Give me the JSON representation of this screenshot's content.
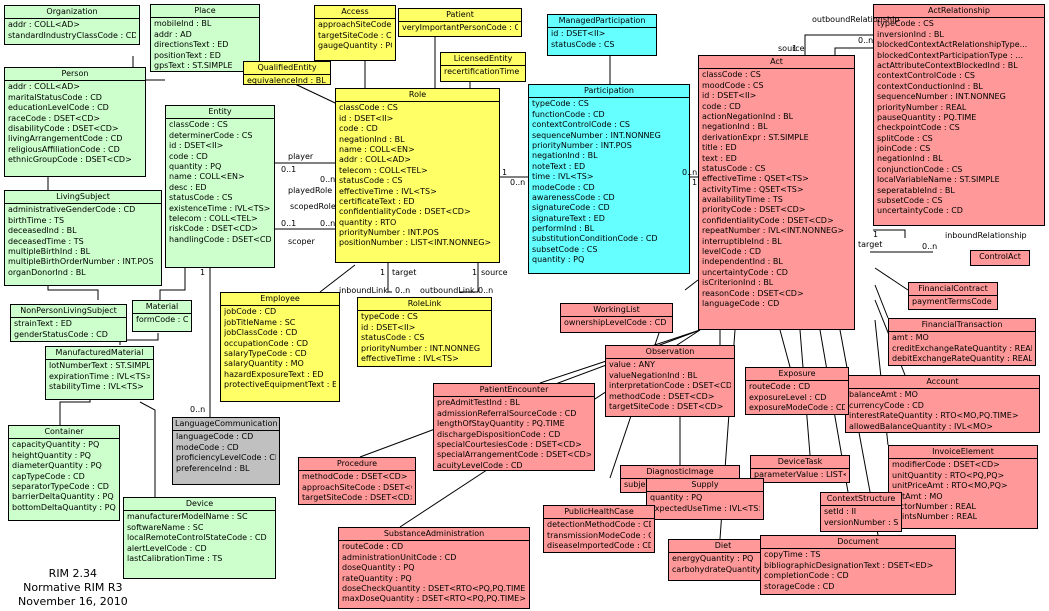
{
  "classes": {
    "organization": {
      "name": "Organization",
      "attributes": [
        "addr : COLL<AD>",
        "standardIndustryClassCode : CD"
      ]
    },
    "place": {
      "name": "Place",
      "attributes": [
        "mobileInd : BL",
        "addr : AD",
        "directionsText : ED",
        "positionText : ED",
        "gpsText : ST.SIMPLE"
      ]
    },
    "person": {
      "name": "Person",
      "attributes": [
        "addr : COLL<AD>",
        "maritalStatusCode : CD",
        "educationLevelCode : CD",
        "raceCode : DSET<CD>",
        "disabilityCode : DSET<CD>",
        "livingArrangementCode : CD",
        "religiousAffiliationCode : CD",
        "ethnicGroupCode : DSET<CD>"
      ]
    },
    "living_subject": {
      "name": "LivingSubject",
      "attributes": [
        "administrativeGenderCode : CD",
        "birthTime : TS",
        "deceasedInd : BL",
        "deceasedTime : TS",
        "multipleBirthInd : BL",
        "multipleBirthOrderNumber : INT.POS",
        "organDonorInd : BL"
      ]
    },
    "non_person_living_subject": {
      "name": "NonPersonLivingSubject",
      "attributes": [
        "strainText : ED",
        "genderStatusCode : CD"
      ]
    },
    "material": {
      "name": "Material",
      "attributes": [
        "formCode : CD"
      ]
    },
    "manufactured_material": {
      "name": "ManufacturedMaterial",
      "attributes": [
        "lotNumberText : ST.SIMPLE",
        "expirationTime : IVL<TS>",
        "stabilityTime : IVL<TS>"
      ]
    },
    "container": {
      "name": "Container",
      "attributes": [
        "capacityQuantity : PQ",
        "heightQuantity : PQ",
        "diameterQuantity : PQ",
        "capTypeCode : CD",
        "separatorTypeCode : CD",
        "barrierDeltaQuantity : PQ",
        "bottomDeltaQuantity : PQ"
      ]
    },
    "device": {
      "name": "Device",
      "attributes": [
        "manufacturerModelName : SC",
        "softwareName : SC",
        "localRemoteControlStateCode : CD",
        "alertLevelCode : CD",
        "lastCalibrationTime : TS"
      ]
    },
    "language_communication": {
      "name": "LanguageCommunication",
      "attributes": [
        "languageCode : CD",
        "modeCode : CD",
        "proficiencyLevelCode : CD",
        "preferenceInd : BL"
      ]
    },
    "entity": {
      "name": "Entity",
      "attributes": [
        "classCode : CS",
        "determinerCode : CS",
        "id : DSET<II>",
        "code : CD",
        "quantity : PQ",
        "name : COLL<EN>",
        "desc : ED",
        "statusCode : CS",
        "existenceTime : IVL<TS>",
        "telecom : COLL<TEL>",
        "riskCode : DSET<CD>",
        "handlingCode : DSET<CD>"
      ]
    },
    "access": {
      "name": "Access",
      "attributes": [
        "approachSiteCode : CD",
        "targetSiteCode : CD",
        "gaugeQuantity : PQ"
      ]
    },
    "patient": {
      "name": "Patient",
      "attributes": [
        "veryImportantPersonCode : CD"
      ]
    },
    "qualified_entity": {
      "name": "QualifiedEntity",
      "attributes": [
        "equivalenceInd : BL"
      ]
    },
    "licensed_entity": {
      "name": "LicensedEntity",
      "attributes": [
        "recertificationTime : TS"
      ]
    },
    "role": {
      "name": "Role",
      "attributes": [
        "classCode : CS",
        "id : DSET<II>",
        "code : CD",
        "negationInd : BL",
        "name : COLL<EN>",
        "addr : COLL<AD>",
        "telecom : COLL<TEL>",
        "statusCode : CS",
        "effectiveTime : IVL<TS>",
        "certificateText : ED",
        "confidentialityCode : DSET<CD>",
        "quantity : RTO",
        "priorityNumber : INT.POS",
        "positionNumber : LIST<INT.NONNEG>"
      ]
    },
    "employee": {
      "name": "Employee",
      "attributes": [
        "jobCode : CD",
        "jobTitleName : SC",
        "jobClassCode : CD",
        "occupationCode : CD",
        "salaryTypeCode : CD",
        "salaryQuantity : MO",
        "hazardExposureText : ED",
        "protectiveEquipmentText : ED"
      ]
    },
    "role_link": {
      "name": "RoleLink",
      "attributes": [
        "typeCode : CS",
        "id : DSET<II>",
        "statusCode : CS",
        "priorityNumber : INT.NONNEG",
        "effectiveTime : IVL<TS>"
      ]
    },
    "managed_participation": {
      "name": "ManagedParticipation",
      "attributes": [
        "id : DSET<II>",
        "statusCode : CS"
      ]
    },
    "participation": {
      "name": "Participation",
      "attributes": [
        "typeCode : CS",
        "functionCode : CD",
        "contextControlCode : CS",
        "sequenceNumber : INT.NONNEG",
        "priorityNumber : INT.POS",
        "negationInd : BL",
        "noteText : ED",
        "time : IVL<TS>",
        "modeCode : CD",
        "awarenessCode : CD",
        "signatureCode : CD",
        "signatureText : ED",
        "performInd : BL",
        "substitutionConditionCode : CD",
        "subsetCode : CS",
        "quantity : PQ"
      ]
    },
    "act": {
      "name": "Act",
      "attributes": [
        "classCode : CS",
        "moodCode : CS",
        "id : DSET<II>",
        "code : CD",
        "actionNegationInd : BL",
        "negationInd : BL",
        "derivationExpr : ST.SIMPLE",
        "title : ED",
        "text : ED",
        "statusCode : CS",
        "effectiveTime : QSET<TS>",
        "activityTime : QSET<TS>",
        "availabilityTime : TS",
        "priorityCode : DSET<CD>",
        "confidentialityCode : DSET<CD>",
        "repeatNumber : IVL<INT.NONNEG>",
        "interruptibleInd : BL",
        "levelCode : CD",
        "independentInd : BL",
        "uncertaintyCode : CD",
        "isCriterionInd : BL",
        "reasonCode : DSET<CD>",
        "languageCode : CD"
      ]
    },
    "act_relationship": {
      "name": "ActRelationship",
      "attributes": [
        "typeCode : CS",
        "inversionInd : BL",
        "blockedContextActRelationshipType...",
        "blockedContextParticipationType : ...",
        "actAttributeContextBlockedInd : BL",
        "contextControlCode : CS",
        "contextConductionInd : BL",
        "sequenceNumber : INT.NONNEG",
        "priorityNumber : REAL",
        "pauseQuantity : PQ.TIME",
        "checkpointCode : CS",
        "splitCode : CS",
        "joinCode : CS",
        "negationInd : BL",
        "conjunctionCode : CS",
        "localVariableName : ST.SIMPLE",
        "seperatableInd : BL",
        "subsetCode : CS",
        "uncertaintyCode : CD"
      ]
    },
    "control_act": {
      "name": "ControlAct",
      "attributes": []
    },
    "financial_contract": {
      "name": "FinancialContract",
      "attributes": [
        "paymentTermsCode : CD"
      ]
    },
    "financial_transaction": {
      "name": "FinancialTransaction",
      "attributes": [
        "amt : MO",
        "creditExchangeRateQuantity : REAL",
        "debitExchangeRateQuantity : REAL"
      ]
    },
    "account": {
      "name": "Account",
      "attributes": [
        "balanceAmt : MO",
        "currencyCode : CD",
        "interestRateQuantity : RTO<MO,PQ.TIME>",
        "allowedBalanceQuantity : IVL<MO>"
      ]
    },
    "invoice_element": {
      "name": "InvoiceElement",
      "attributes": [
        "modifierCode : DSET<CD>",
        "unitQuantity : RTO<PQ,PQ>",
        "unitPriceAmt : RTO<MO,PQ>",
        "netAmt : MO",
        "factorNumber : REAL",
        "pointsNumber : REAL"
      ]
    },
    "working_list": {
      "name": "WorkingList",
      "attributes": [
        "ownershipLevelCode : CD"
      ]
    },
    "observation": {
      "name": "Observation",
      "attributes": [
        "value : ANY",
        "valueNegationInd : BL",
        "interpretationCode : DSET<CD>",
        "methodCode : DSET<CD>",
        "targetSiteCode : DSET<CD>"
      ]
    },
    "exposure": {
      "name": "Exposure",
      "attributes": [
        "routeCode : CD",
        "exposureLevel : CD",
        "exposureModeCode : CD"
      ]
    },
    "device_task": {
      "name": "DeviceTask",
      "attributes": [
        "parameterValue : LIST<ANY>"
      ]
    },
    "context_structure": {
      "name": "ContextStructure",
      "attributes": [
        "setId : II",
        "versionNumber : ST"
      ]
    },
    "patient_encounter": {
      "name": "PatientEncounter",
      "attributes": [
        "preAdmitTestInd : BL",
        "admissionReferralSourceCode : CD",
        "lengthOfStayQuantity : PQ.TIME",
        "dischargeDispositionCode : CD",
        "specialCourtesiesCode : DSET<CD>",
        "specialArrangementCode : DSET<CD>",
        "acuityLevelCode : CD"
      ]
    },
    "diagnostic_image": {
      "name": "DiagnosticImage",
      "attributes": [
        "subjectOrientationCode : CD"
      ]
    },
    "procedure": {
      "name": "Procedure",
      "attributes": [
        "methodCode : DSET<CD>",
        "approachSiteCode : DSET<CD>",
        "targetSiteCode : DSET<CD>"
      ]
    },
    "supply": {
      "name": "Supply",
      "attributes": [
        "quantity : PQ",
        "expectedUseTime : IVL<TS>"
      ]
    },
    "public_health_case": {
      "name": "PublicHealthCase",
      "attributes": [
        "detectionMethodCode : CD",
        "transmissionModeCode : CD",
        "diseaseImportedCode : CD"
      ]
    },
    "diet": {
      "name": "Diet",
      "attributes": [
        "energyQuantity : PQ",
        "carbohydrateQuantity : PQ"
      ]
    },
    "document": {
      "name": "Document",
      "attributes": [
        "copyTime : TS",
        "bibliographicDesignationText : DSET<ED>",
        "completionCode : CD",
        "storageCode : CD"
      ]
    },
    "substance_administration": {
      "name": "SubstanceAdministration",
      "attributes": [
        "routeCode : CD",
        "administrationUnitCode : CD",
        "doseQuantity : PQ",
        "rateQuantity : PQ",
        "doseCheckQuantity : DSET<RTO<PQ,PQ.TIME>>",
        "maxDoseQuantity : DSET<RTO<PQ,PQ.TIME>>"
      ]
    }
  },
  "labels": {
    "player": "player",
    "played_role": "playedRole",
    "scoped_role": "scopedRole",
    "scoper": "scoper",
    "zero_n": "0..n",
    "zero_one": "0..1",
    "one": "1",
    "target": "target",
    "source": "source",
    "inbound_link": "inboundLink",
    "outbound_link": "outboundLink",
    "outbound_relationship": "outboundRelationship",
    "inbound_relationship": "inboundRelationship"
  },
  "footer": {
    "version": "RIM 2.34",
    "normative": "Normative RIM R3",
    "date": "November 16, 2010"
  },
  "colors": {
    "entity": "#ccffcc",
    "role": "#ffff66",
    "participation": "#66ffff",
    "act": "#ff9999",
    "other": "#c0c0c0"
  }
}
